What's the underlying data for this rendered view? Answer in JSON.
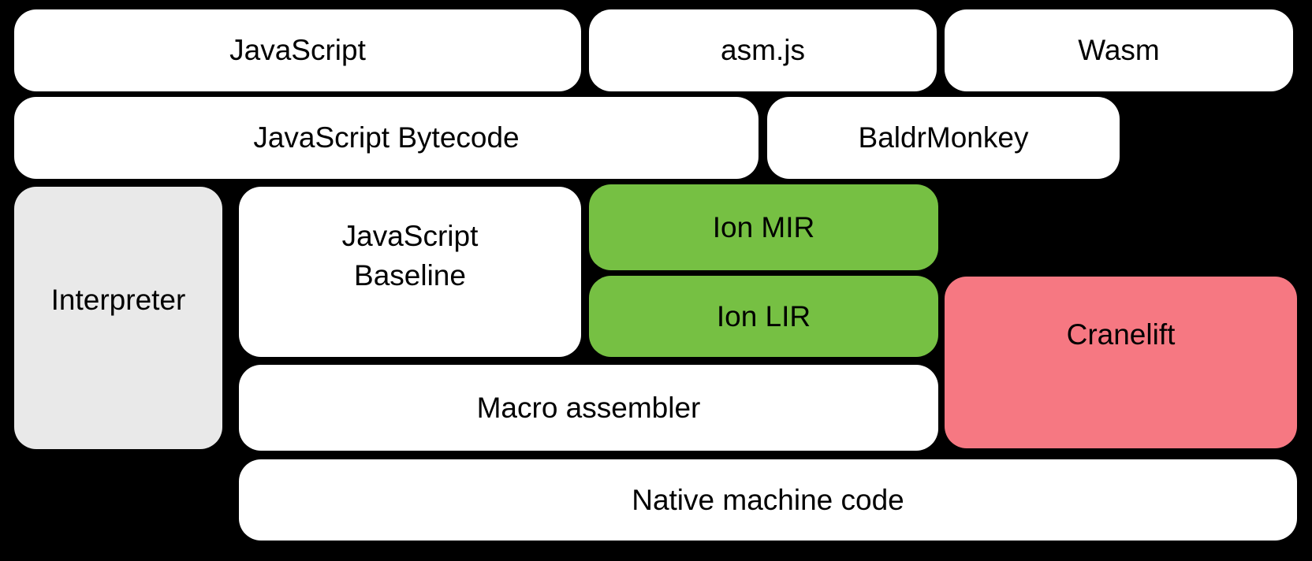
{
  "diagram": {
    "background_color": "#000000",
    "text_color": "#000000",
    "palette": {
      "white_box": "#ffffff",
      "green_box": "#76c043",
      "pink_box": "#f67882",
      "gray_box": "#e9e9e9"
    },
    "boxes": {
      "javascript": {
        "label": "JavaScript",
        "color": "#ffffff"
      },
      "asmjs": {
        "label": "asm.js",
        "color": "#ffffff"
      },
      "wasm": {
        "label": "Wasm",
        "color": "#ffffff"
      },
      "js_bytecode": {
        "label": "JavaScript Bytecode",
        "color": "#ffffff"
      },
      "baldrmonkey": {
        "label": "BaldrMonkey",
        "color": "#ffffff"
      },
      "interpreter": {
        "label": "Interpreter",
        "color": "#e9e9e9"
      },
      "js_baseline": {
        "label": "JavaScript\nBaseline",
        "color": "#ffffff"
      },
      "ion_mir": {
        "label": "Ion MIR",
        "color": "#76c043"
      },
      "ion_lir": {
        "label": "Ion LIR",
        "color": "#76c043"
      },
      "cranelift": {
        "label": "Cranelift",
        "color": "#f67882"
      },
      "macro_assembler": {
        "label": "Macro assembler",
        "color": "#ffffff"
      },
      "native_machine": {
        "label": "Native machine code",
        "color": "#ffffff"
      }
    }
  }
}
